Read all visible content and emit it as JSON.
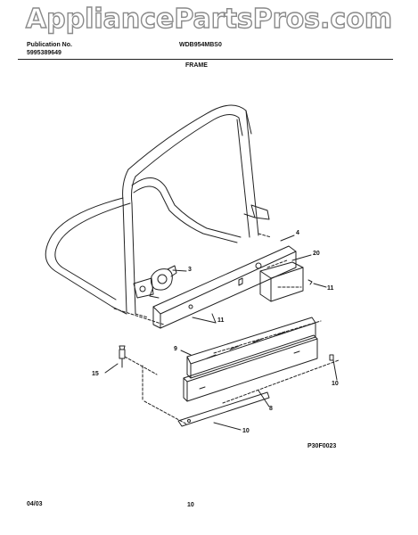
{
  "watermark": "AppliancePartsPros.com",
  "header": {
    "publication_label": "Publication No.",
    "publication_number": "5995389649",
    "model": "WDB954MBS0",
    "section_title": "FRAME"
  },
  "diagram": {
    "callouts": [
      {
        "id": "c3",
        "label": "3"
      },
      {
        "id": "c4",
        "label": "4"
      },
      {
        "id": "c20",
        "label": "20"
      },
      {
        "id": "c11a",
        "label": "11"
      },
      {
        "id": "c11b",
        "label": "11"
      },
      {
        "id": "c9",
        "label": "9"
      },
      {
        "id": "c15",
        "label": "15"
      },
      {
        "id": "c10a",
        "label": "10"
      },
      {
        "id": "c8",
        "label": "8"
      },
      {
        "id": "c10b",
        "label": "10"
      }
    ],
    "drawing_code": "P30F0023"
  },
  "footer": {
    "date": "04/03",
    "page_number": "10"
  }
}
